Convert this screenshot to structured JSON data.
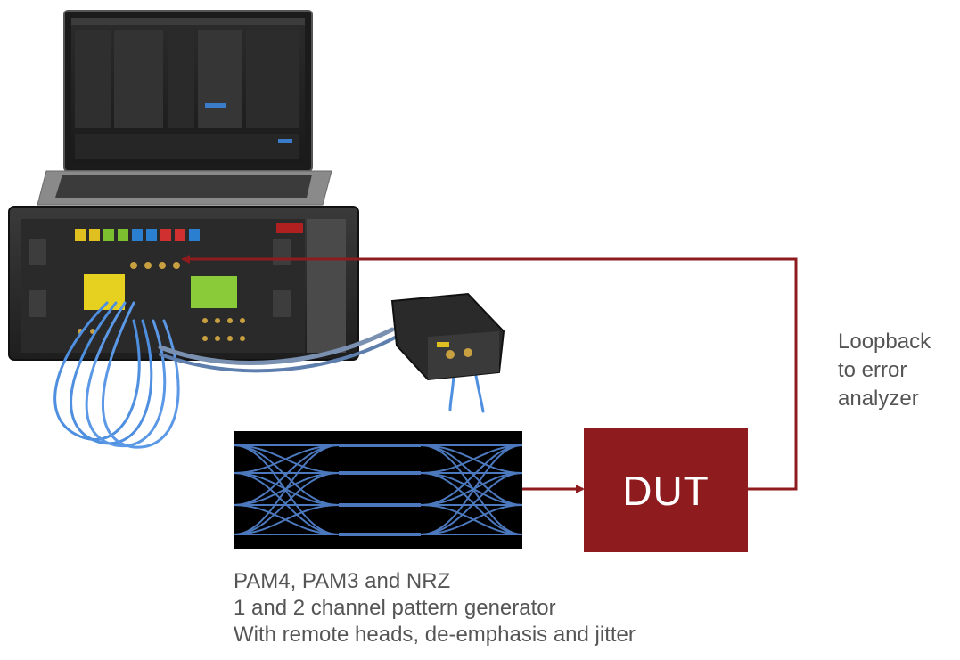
{
  "dut": {
    "label": "DUT",
    "color": "#8e1c1f"
  },
  "loopback": {
    "lines": [
      "Loopback",
      "to error",
      "analyzer"
    ],
    "arrow_color": "#8e1c1f"
  },
  "caption": {
    "lines": [
      "PAM4, PAM3 and NRZ",
      "1 and 2 channel pattern generator",
      "With remote heads, de-emphasis and jitter"
    ]
  },
  "eye_diagram": {
    "background": "#000000",
    "trace_color": "#5a8fe0"
  },
  "equipment": {
    "laptop": "laptop-computer",
    "mainframe": "bert-mainframe",
    "remote_head": "remote-head-unit",
    "cables": "blue-coax-cables"
  }
}
